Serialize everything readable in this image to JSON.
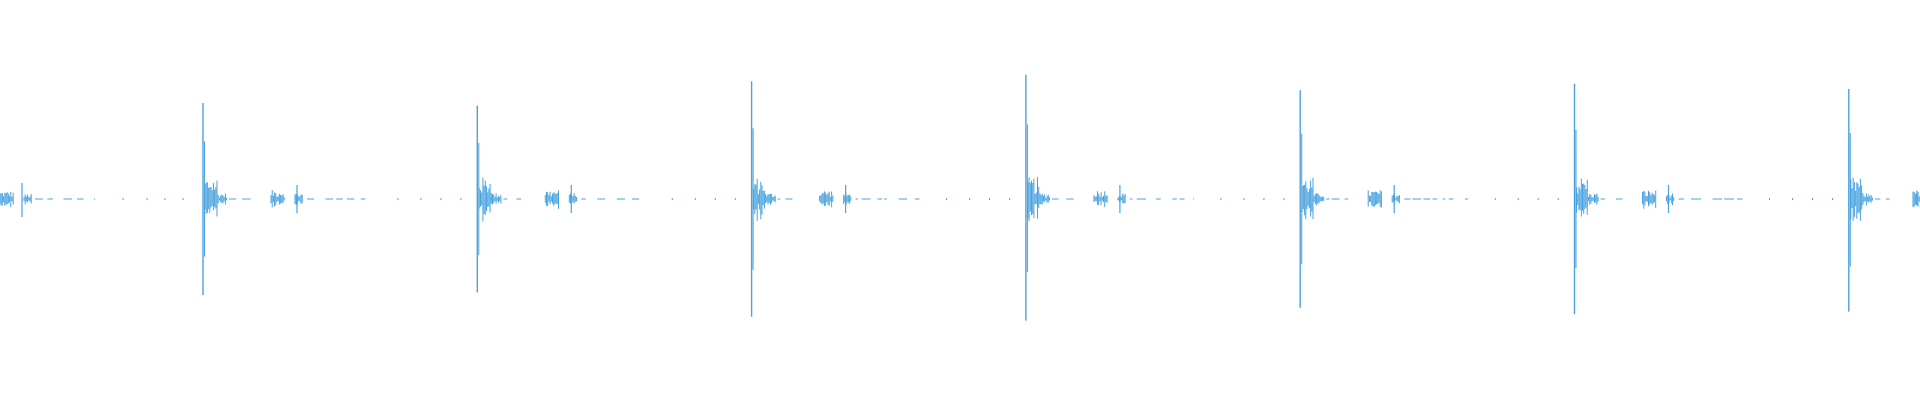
{
  "waveform": {
    "color": "#4aa3df",
    "beats": [
      {
        "peak_up": 0.75,
        "peak_down": 0.75
      },
      {
        "peak_up": 0.73,
        "peak_down": 0.73
      },
      {
        "peak_up": 0.92,
        "peak_down": 0.92
      },
      {
        "peak_up": 0.97,
        "peak_down": 0.95
      },
      {
        "peak_up": 0.85,
        "peak_down": 0.85
      },
      {
        "peak_up": 0.9,
        "peak_down": 0.9
      },
      {
        "peak_up": 0.86,
        "peak_down": 0.88
      }
    ]
  }
}
